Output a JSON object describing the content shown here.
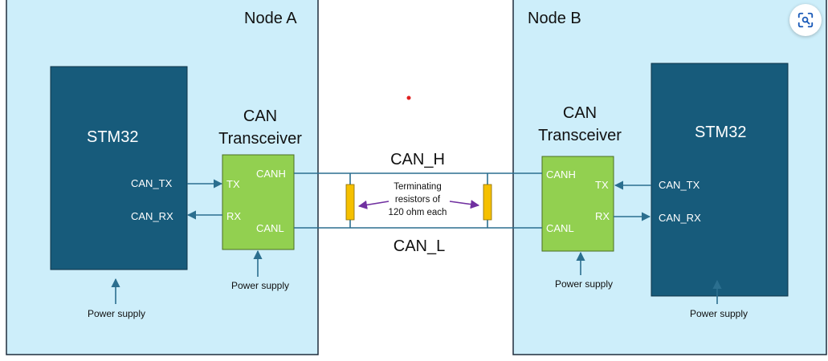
{
  "nodes": {
    "a": {
      "title": "Node A",
      "mcu": "STM32",
      "transceiver_line1": "CAN",
      "transceiver_line2": "Transceiver",
      "mcu_tx": "CAN_TX",
      "mcu_rx": "CAN_RX",
      "tx": "TX",
      "rx": "RX",
      "canh": "CANH",
      "canl": "CANL",
      "mcu_power": "Power supply",
      "xcvr_power": "Power supply"
    },
    "b": {
      "title": "Node B",
      "mcu": "STM32",
      "transceiver_line1": "CAN",
      "transceiver_line2": "Transceiver",
      "mcu_tx": "CAN_TX",
      "mcu_rx": "CAN_RX",
      "tx": "TX",
      "rx": "RX",
      "canh": "CANH",
      "canl": "CANL",
      "mcu_power": "Power supply",
      "xcvr_power": "Power supply"
    }
  },
  "bus": {
    "high": "CAN_H",
    "low": "CAN_L"
  },
  "resistors": {
    "line1": "Terminating",
    "line2": "resistors of",
    "line3": "120 ohm each"
  },
  "colors": {
    "node_bg": "#cdeefa",
    "node_border": "#1f2d3d",
    "mcu": "#175b7b",
    "transceiver": "#92d050",
    "resistor": "#f5c000",
    "wire": "#2b6f8f",
    "arrow": "#7030a0",
    "dot": "#e02020"
  },
  "icons": {
    "lens": "lens-search-icon"
  }
}
